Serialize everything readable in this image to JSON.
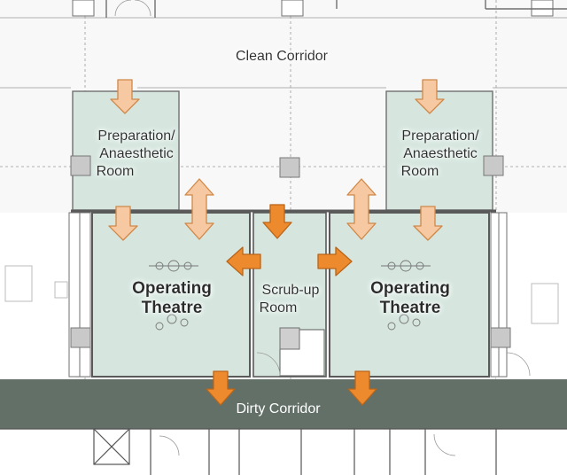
{
  "labels": {
    "clean_corridor": "Clean Corridor",
    "prep_left_line1": "Preparation/",
    "prep_left_line2": "Anaesthetic",
    "prep_left_line3": "Room",
    "prep_right_line1": "Preparation/",
    "prep_right_line2": "Anaesthetic",
    "prep_right_line3": "Room",
    "or_left_line1": "Operating",
    "or_left_line2": "Theatre",
    "or_right_line1": "Operating",
    "or_right_line2": "Theatre",
    "scrub_line1": "Scrub-up",
    "scrub_line2": "Room",
    "dirty_corridor": "Dirty Corridor"
  },
  "colors": {
    "room_fill": "#d6e6df",
    "dirty_corridor": "#627068",
    "light_arrow": "#f6c9a2",
    "dark_arrow": "#ee8a2e",
    "clean_corridor": "#f7f8f7"
  },
  "arrows": [
    {
      "name": "arrow-clean-to-prep-left",
      "kind": "light",
      "direction": "down"
    },
    {
      "name": "arrow-clean-to-prep-right",
      "kind": "light",
      "direction": "down"
    },
    {
      "name": "arrow-prep-left-to-theatre",
      "kind": "light",
      "direction": "down"
    },
    {
      "name": "arrow-prep-right-to-theatre",
      "kind": "light",
      "direction": "down"
    },
    {
      "name": "arrow-clean-theatre-left-two-way",
      "kind": "light",
      "direction": "up-down"
    },
    {
      "name": "arrow-clean-theatre-right-two-way",
      "kind": "light",
      "direction": "up-down"
    },
    {
      "name": "arrow-clean-to-scrub",
      "kind": "dark",
      "direction": "down"
    },
    {
      "name": "arrow-scrub-to-theatre-left",
      "kind": "dark",
      "direction": "left"
    },
    {
      "name": "arrow-scrub-to-theatre-right",
      "kind": "dark",
      "direction": "right"
    },
    {
      "name": "arrow-theatre-left-to-dirty",
      "kind": "dark",
      "direction": "down"
    },
    {
      "name": "arrow-theatre-right-to-dirty",
      "kind": "dark",
      "direction": "down"
    }
  ]
}
